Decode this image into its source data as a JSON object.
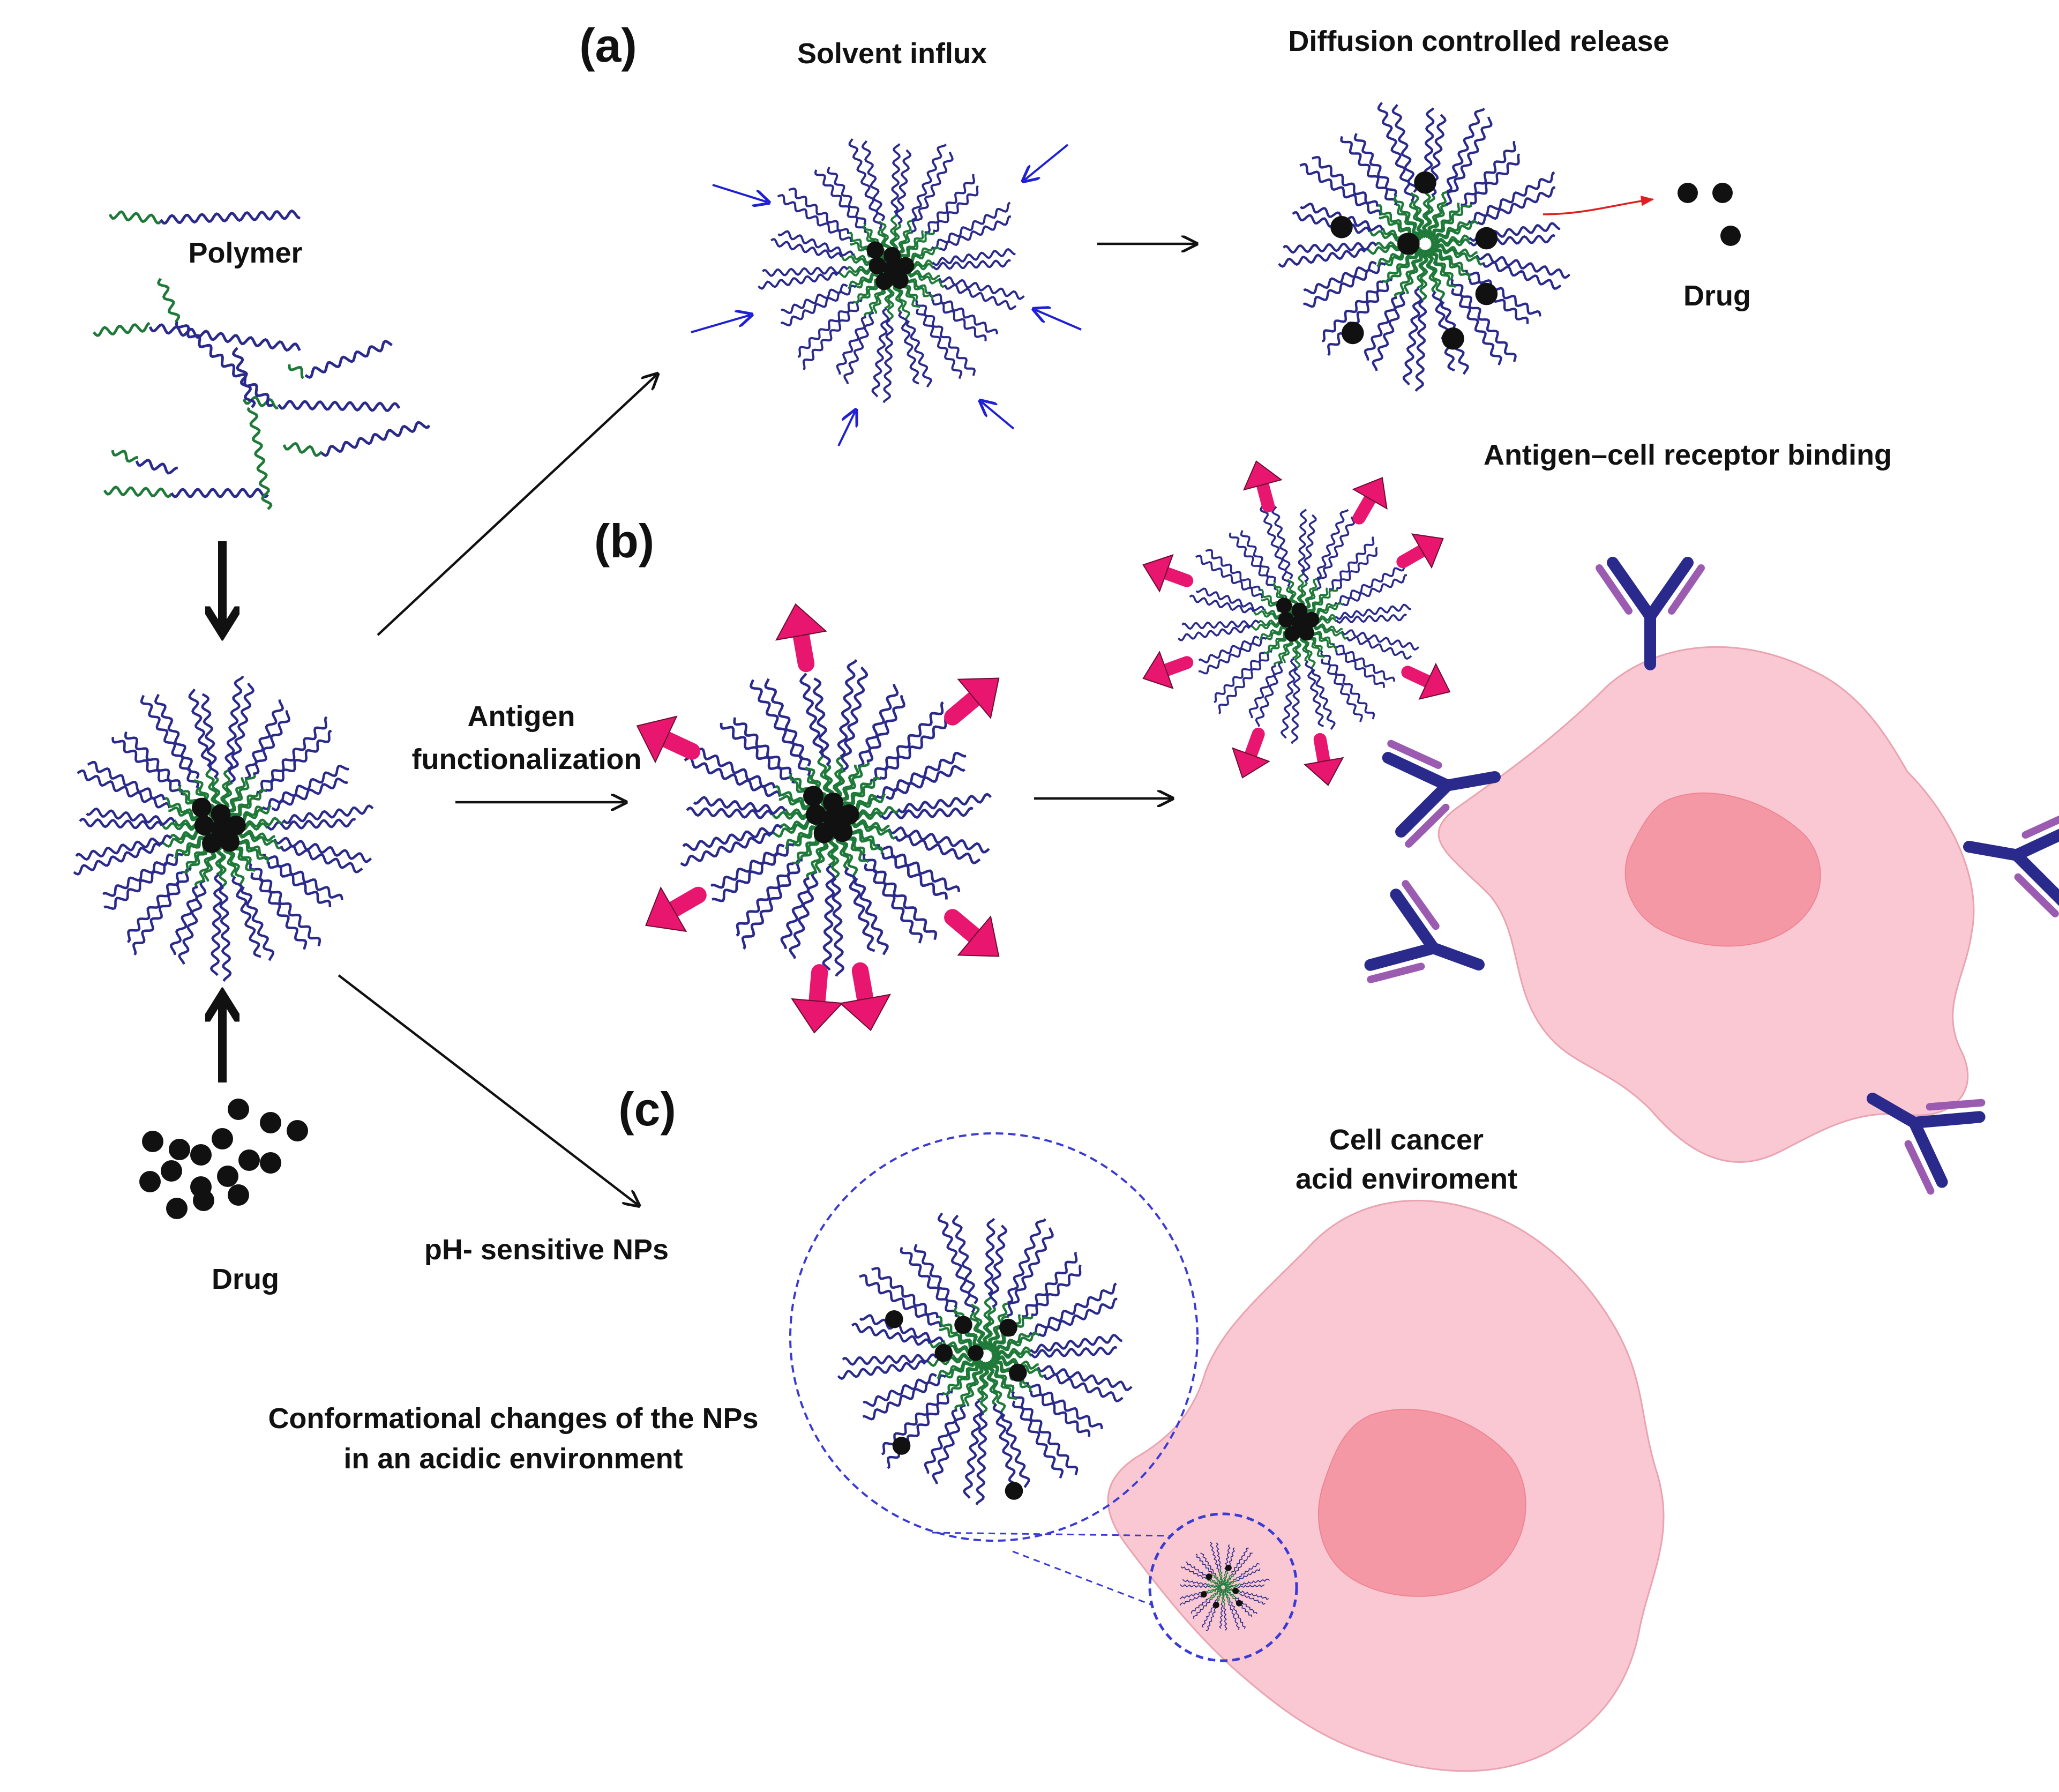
{
  "panels": {
    "a": "(a)",
    "b": "(b)",
    "c": "(c)"
  },
  "labels": {
    "polymer": "Polymer",
    "drug_left": "Drug",
    "drug_release": "Drug",
    "solvent_influx": "Solvent influx",
    "diffusion": "Diffusion controlled release",
    "antigen_binding": "Antigen–cell receptor binding",
    "antigen_func_1": "Antigen",
    "antigen_func_2": "functionalization",
    "ph_sensitive": "pH- sensitive NPs",
    "cell_cancer_1": "Cell cancer",
    "cell_cancer_2": "acid enviroment",
    "conformational_1": "Conformational changes of the NPs",
    "conformational_2": "in an acidic environment"
  },
  "colors": {
    "hydrophobic_chain": "#1f7a3a",
    "hydrophilic_chain": "#2a2a8c",
    "drug": "#111111",
    "antigen": "#e8166f",
    "solvent_arrow": "#1f1fd6",
    "release_arrow": "#e02020",
    "cell": "#fac8d2",
    "nucleus": "#f598a5",
    "receptor_dark": "#2a2a8c",
    "receptor_light": "#9a5bb0",
    "zoom_circle": "#3a3ad6"
  }
}
